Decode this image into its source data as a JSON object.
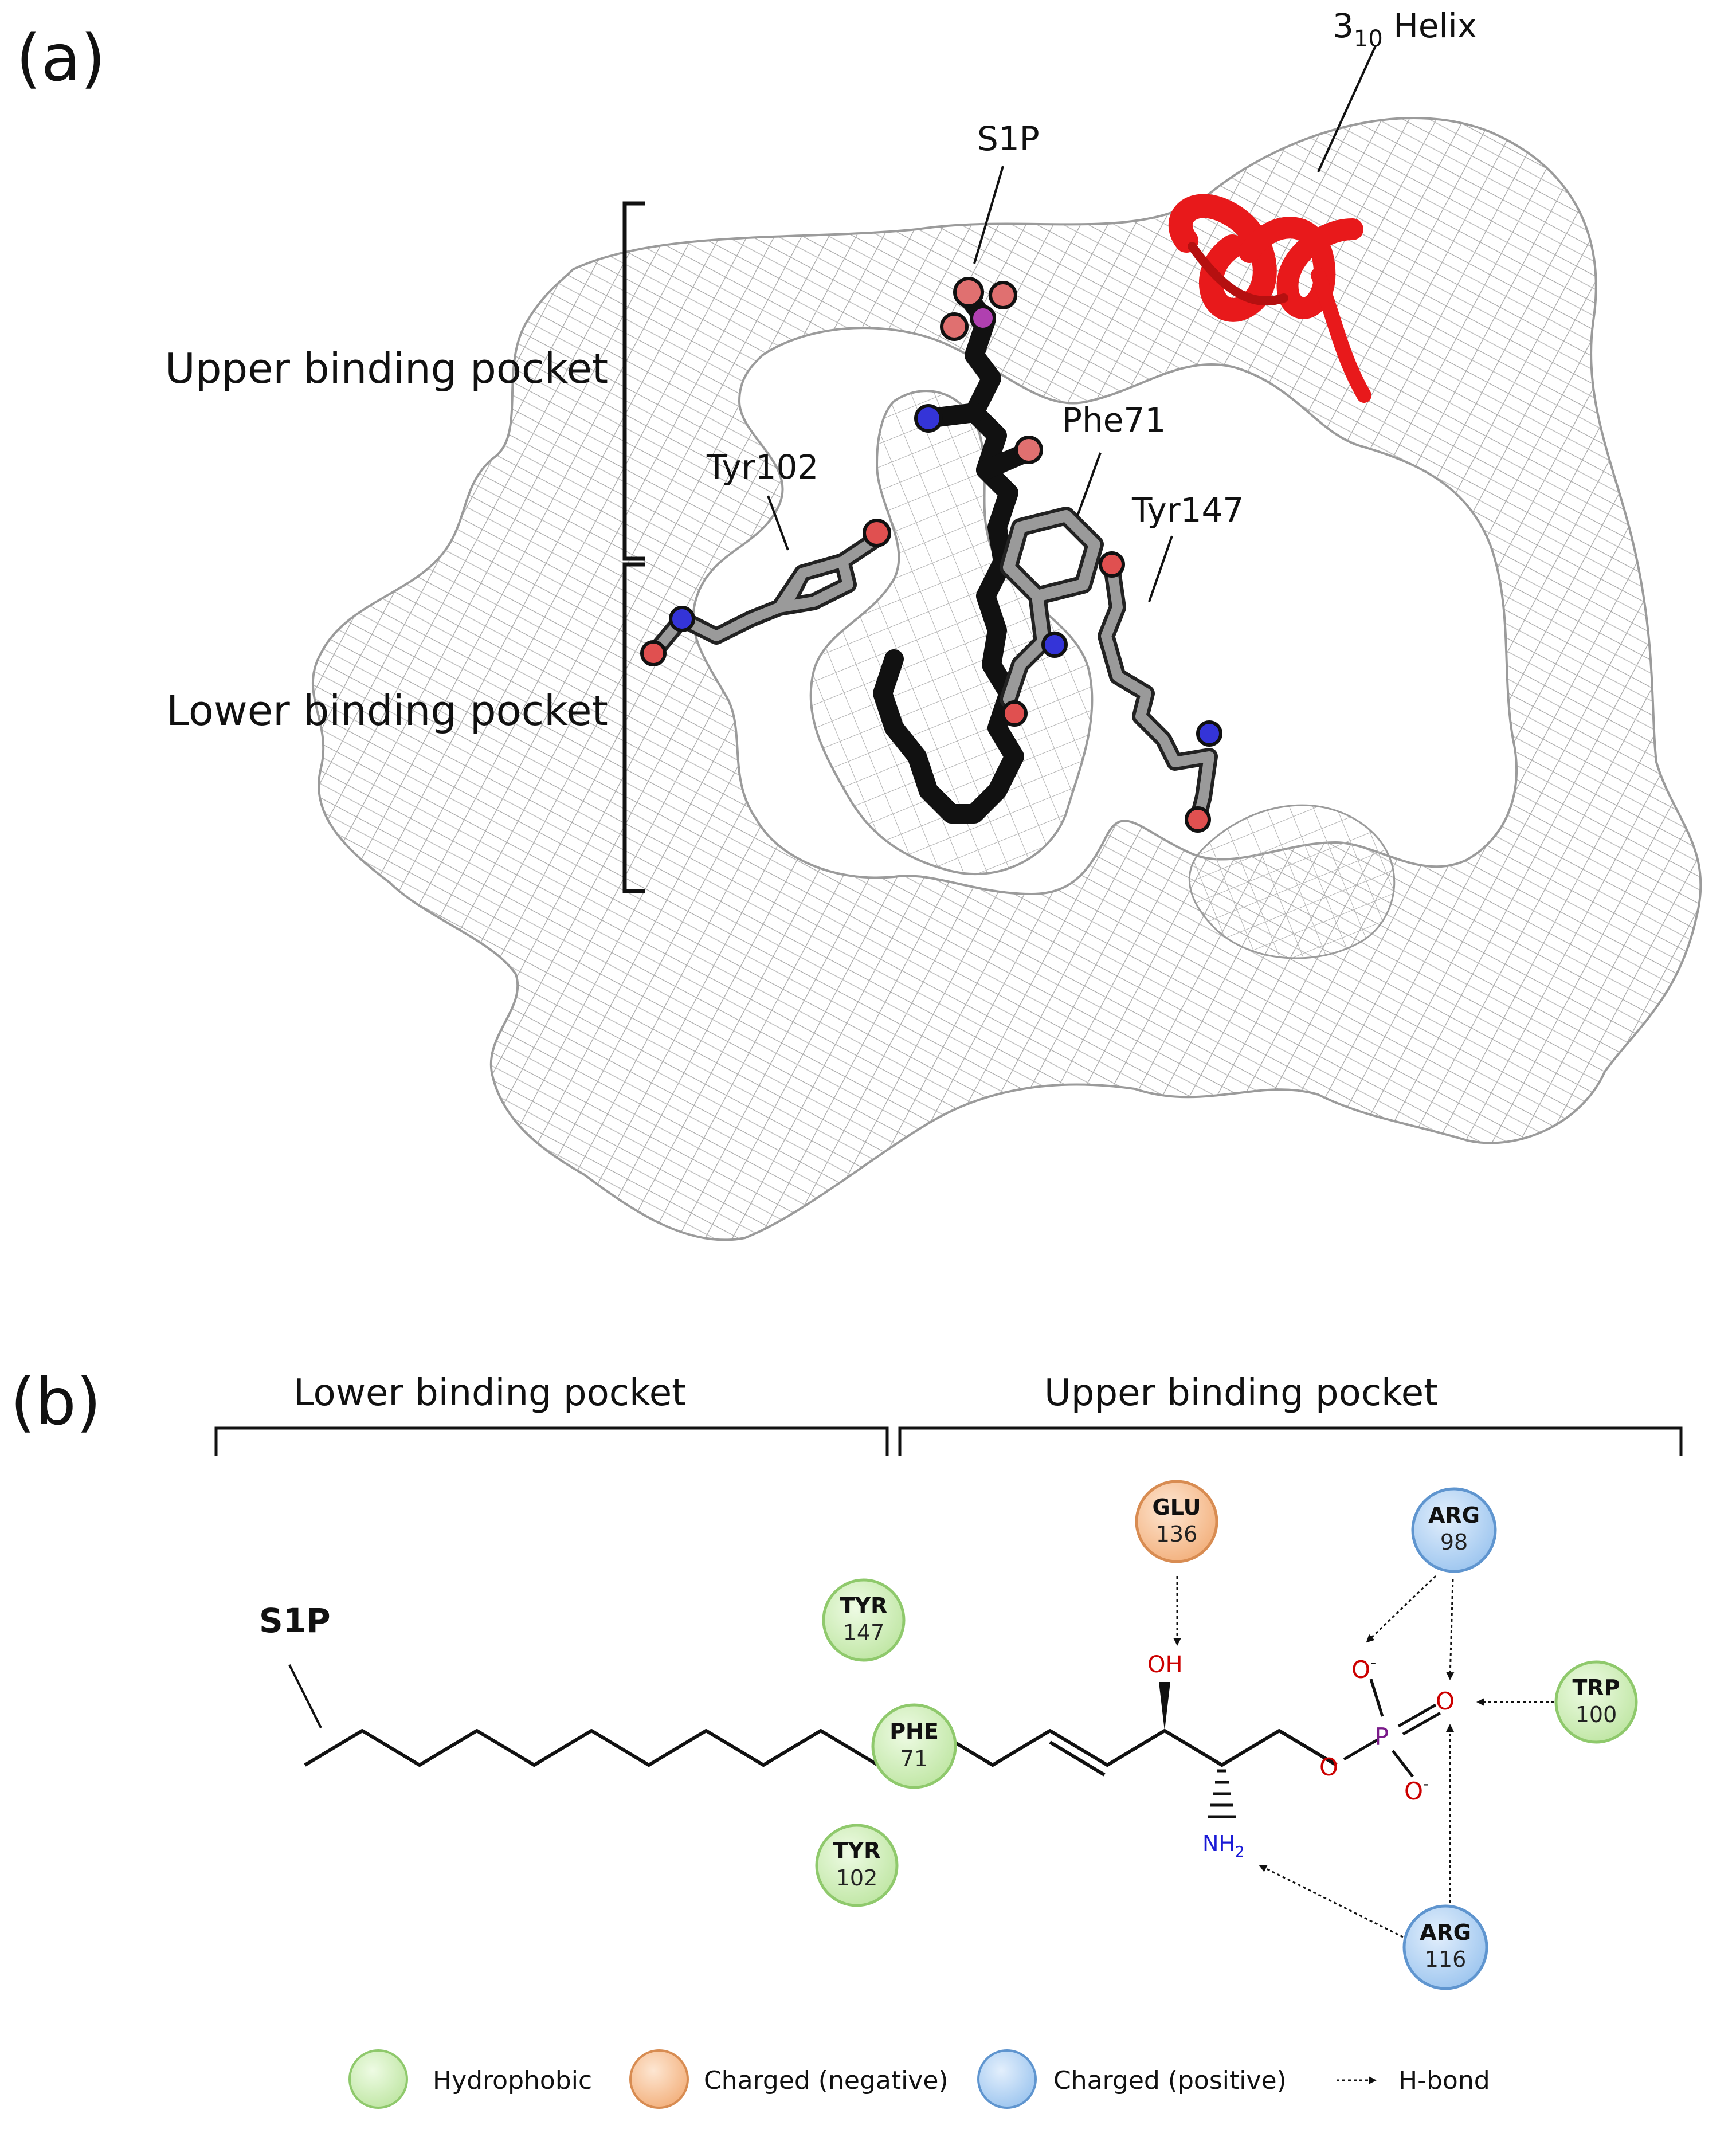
{
  "panel_a": {
    "label": "(a)",
    "helix_label_main": "3",
    "helix_label_sub": "10",
    "helix_label_rest": " Helix",
    "s1p": "S1P",
    "upper": "Upper binding pocket",
    "lower": "Lower binding pocket",
    "tyr102": "Tyr102",
    "phe71": "Phe71",
    "tyr147": "Tyr147"
  },
  "panel_b": {
    "label": "(b)",
    "lower": "Lower binding pocket",
    "upper": "Upper binding pocket",
    "s1p": "S1P",
    "oh": "OH",
    "nh": "NH",
    "nh_sub": "2",
    "o": "O",
    "o_minus": "-",
    "p": "P",
    "residues": {
      "glu136": {
        "name": "GLU",
        "num": "136"
      },
      "arg98": {
        "name": "ARG",
        "num": "98"
      },
      "tyr147": {
        "name": "TYR",
        "num": "147"
      },
      "trp100": {
        "name": "TRP",
        "num": "100"
      },
      "phe71": {
        "name": "PHE",
        "num": "71"
      },
      "tyr102": {
        "name": "TYR",
        "num": "102"
      },
      "arg116": {
        "name": "ARG",
        "num": "116"
      }
    }
  },
  "legend": {
    "hydrophobic": "Hydrophobic",
    "negative": "Charged (negative)",
    "positive": "Charged (positive)",
    "hbond": "H-bond"
  },
  "colors": {
    "hydrophobic": "#cdeeb5",
    "negative": "#f8c49a",
    "positive": "#b9d7f5",
    "helix": "#e8191b",
    "ligand": "#111111",
    "mesh": "#a9a9a9",
    "oxygen": "#cc0000",
    "nitrogen": "#1a1ad6",
    "phosphorus": "#7a1a8a"
  }
}
